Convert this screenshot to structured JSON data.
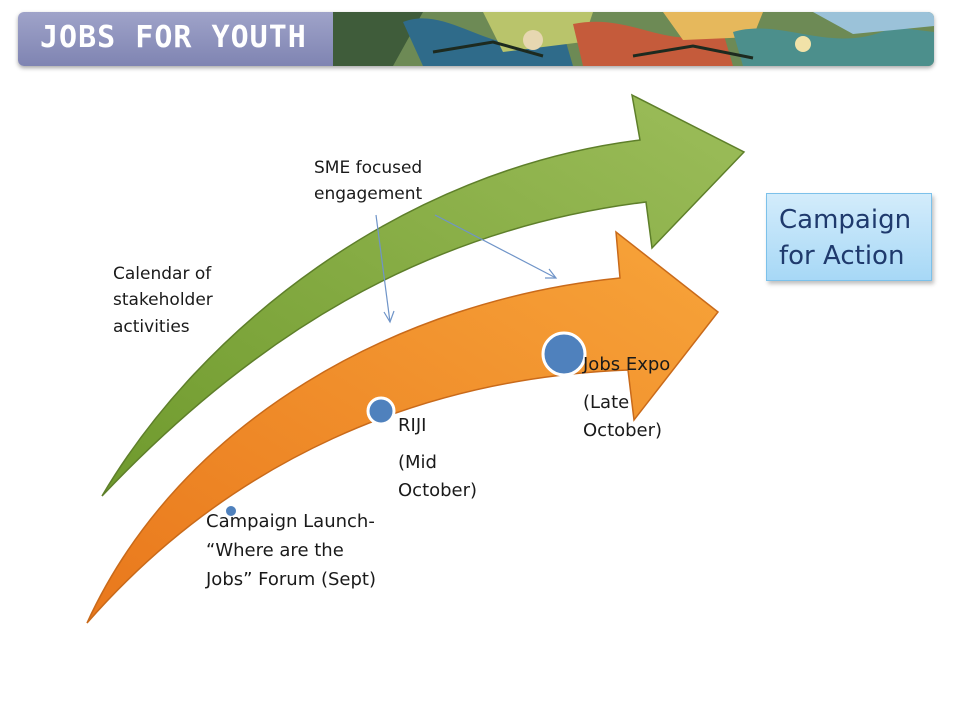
{
  "banner": {
    "title": "JOBS FOR YOUTH"
  },
  "labels": {
    "calendar": "Calendar of\nstakeholder\nactivities",
    "sme": "SME focused\nengagement"
  },
  "milestones": {
    "launch": "Campaign Launch-\n“Where are the\nJobs” Forum (Sept)",
    "riji_name": "RIJI",
    "riji_date": "(Mid\nOctober)",
    "expo_name": "Jobs Expo",
    "expo_date": "(Late\nOctober)"
  },
  "action_box": {
    "text": "Campaign\nfor Action"
  },
  "colors": {
    "green_arrow": "#8db04a",
    "orange_arrow": "#f39a2e",
    "milestone_dot": "#4f81bd",
    "pointer_line": "#6f94c8",
    "action_box_text": "#1f3a6d"
  }
}
